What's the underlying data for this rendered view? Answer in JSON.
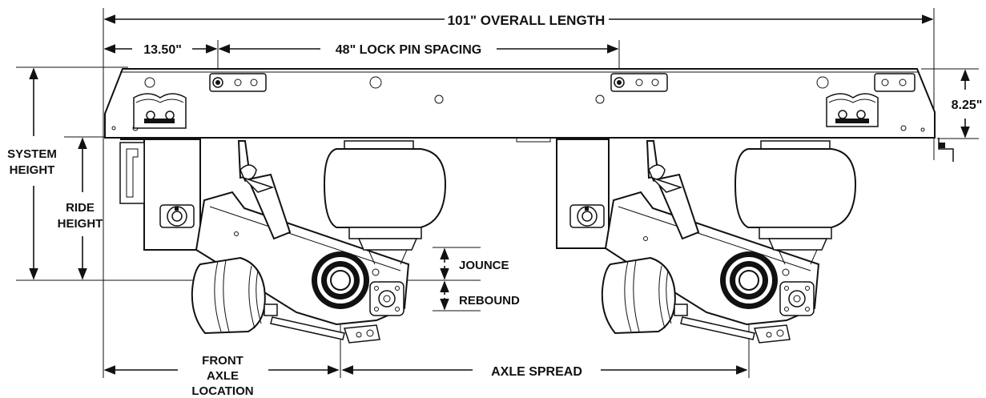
{
  "dimensions": {
    "overall_length": "101\" OVERALL LENGTH",
    "first_offset": "13.50\"",
    "lock_pin_spacing": "48\" LOCK PIN SPACING",
    "frame_height": "8.25\"",
    "system_height_line1": "SYSTEM",
    "system_height_line2": "HEIGHT",
    "ride_height_line1": "RIDE",
    "ride_height_line2": "HEIGHT",
    "jounce": "JOUNCE",
    "rebound": "REBOUND",
    "front_axle_line1": "FRONT",
    "front_axle_line2": "AXLE",
    "front_axle_line3": "LOCATION",
    "axle_spread": "AXLE SPREAD"
  },
  "colors": {
    "ink": "#111111",
    "paper": "#ffffff"
  },
  "axles": [
    {
      "label": "front-axle-assembly"
    },
    {
      "label": "rear-axle-assembly"
    }
  ]
}
